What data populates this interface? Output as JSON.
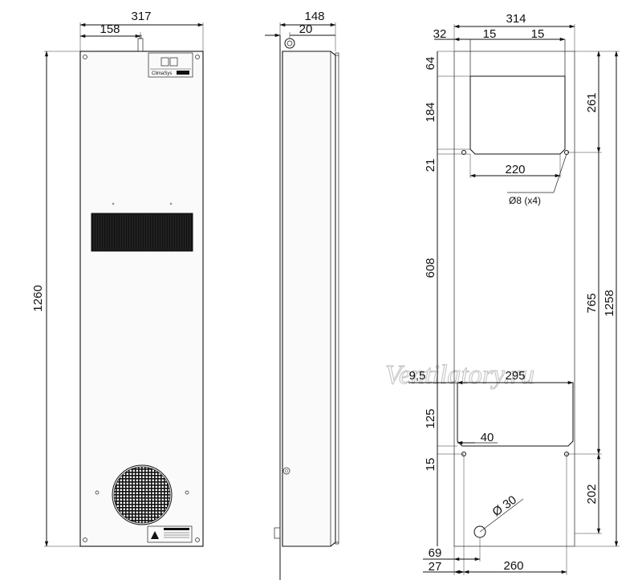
{
  "watermark": "Ventilatory.ru",
  "front_view": {
    "dims": {
      "width": "317",
      "offset": "158",
      "height": "1260"
    },
    "display": {
      "brand": "ClimaSys"
    },
    "warning_label": {
      "text": "WARNING"
    }
  },
  "side_view": {
    "dims": {
      "depth": "148",
      "offset": "20"
    }
  },
  "mounting_view": {
    "dims": {
      "width": "314",
      "left_margin": "32",
      "inset_left": "15",
      "inset_right": "15",
      "top_gap": "64",
      "upper_cutout_height": "184",
      "gap": "21",
      "upper_cutout_width": "220",
      "hole": "Ø8 (x4)",
      "middle": "608",
      "lower_left": "9,5",
      "lower_width": "295",
      "lower_cutout_height": "125",
      "offset_40": "40",
      "bottom_gap": "15",
      "right_top": "261",
      "right_middle": "765",
      "total_height": "1258",
      "right_bottom": "202",
      "drain": "Ø 30",
      "drain_offset": "69",
      "hole_offset": "27",
      "hole_span": "260"
    }
  }
}
